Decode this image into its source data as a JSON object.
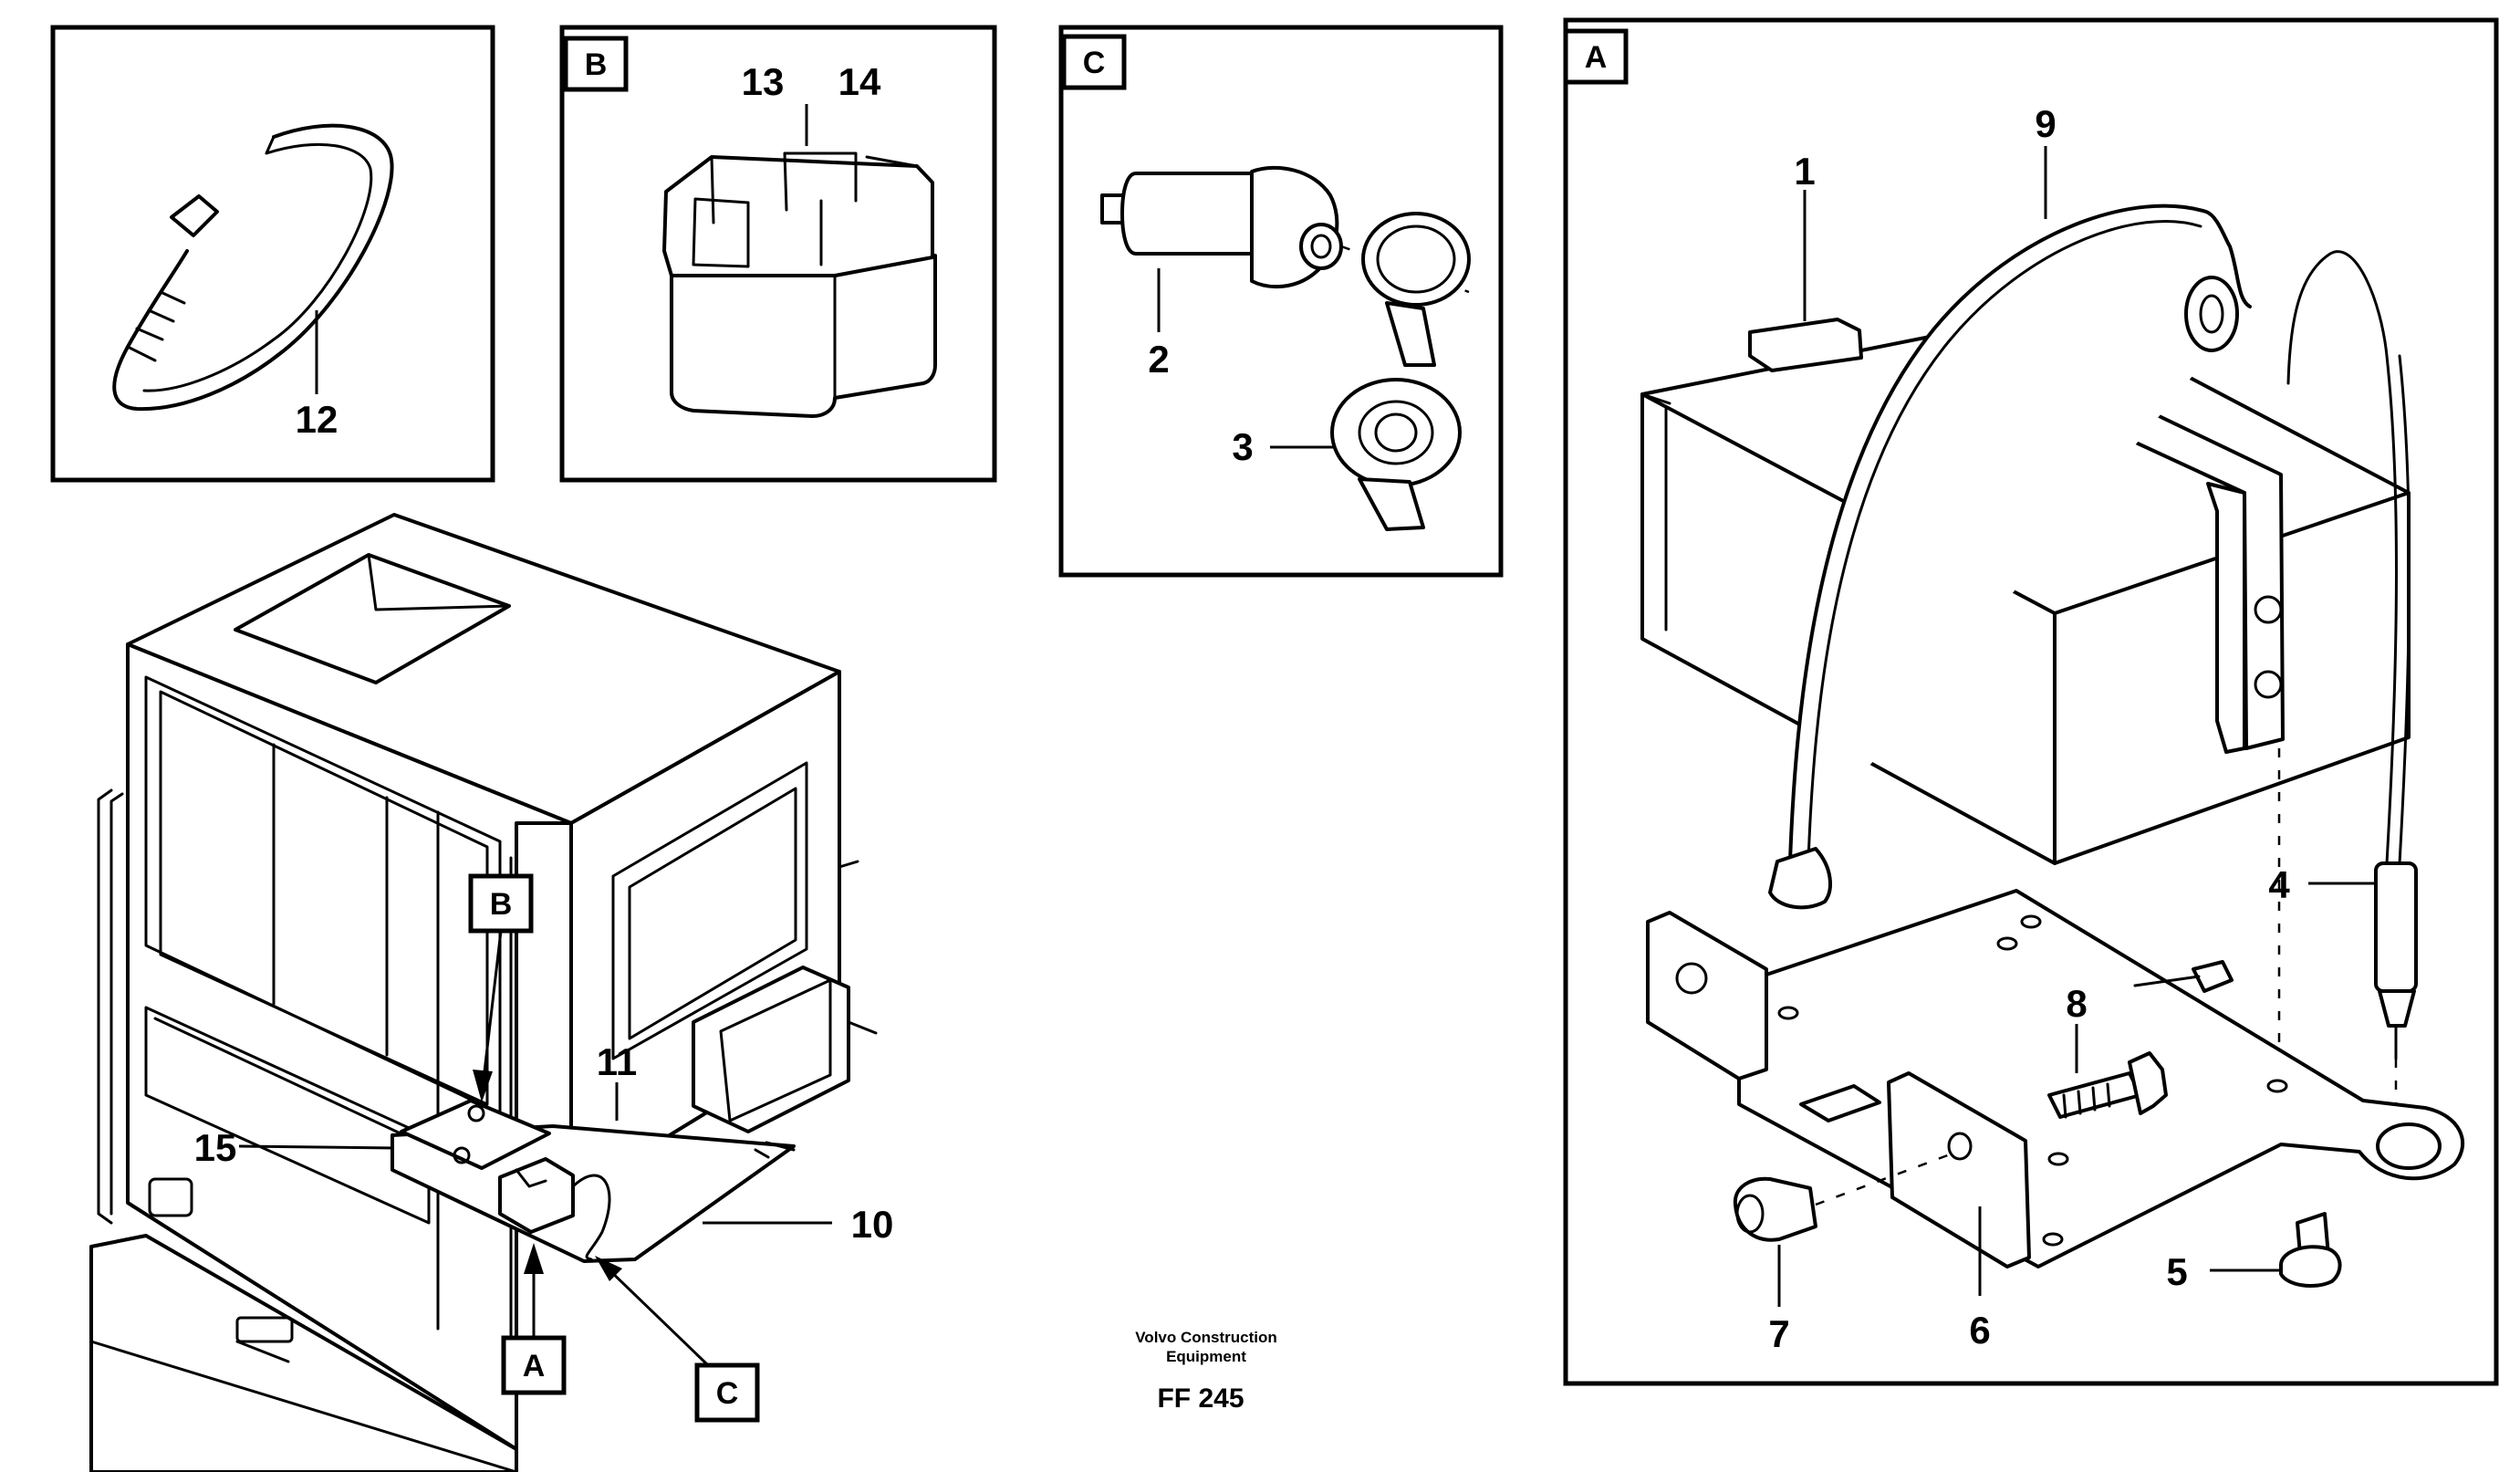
{
  "callouts": {
    "c1": "1",
    "c2": "2",
    "c3": "3",
    "c4": "4",
    "c5": "5",
    "c6": "6",
    "c7": "7",
    "c8": "8",
    "c9": "9",
    "c10": "10",
    "c11": "11",
    "c12": "12",
    "c13": "13",
    "c14": "14",
    "c15": "15"
  },
  "detail_tags": {
    "a": "A",
    "b": "B",
    "c": "C"
  },
  "footer": {
    "credit_line1": "Volvo Construction",
    "credit_line2": "Equipment",
    "code": "FF 245"
  }
}
